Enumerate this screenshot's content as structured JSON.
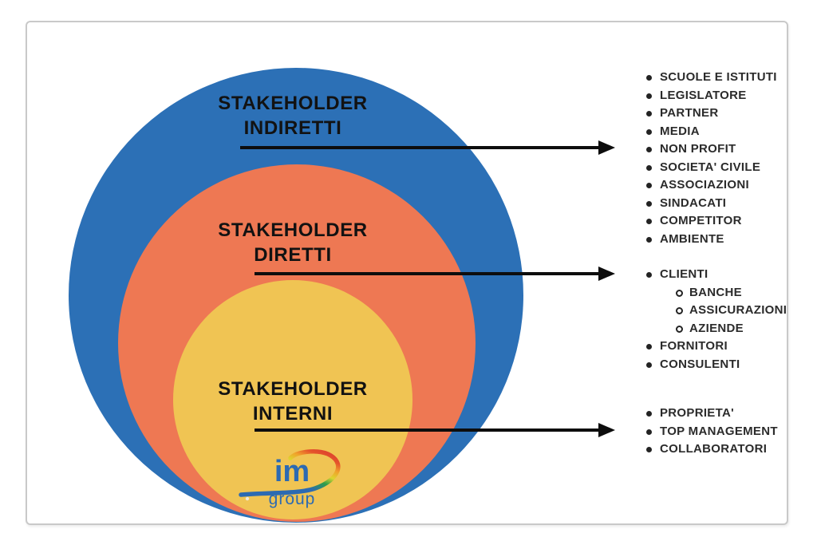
{
  "diagram": {
    "title_implied": "Stakeholder map",
    "rings": {
      "indiretti": {
        "line1": "STAKEHOLDER",
        "line2": "INDIRETTI",
        "color": "#2C70B6"
      },
      "diretti": {
        "line1": "STAKEHOLDER",
        "line2": "DIRETTI",
        "color": "#EE7853"
      },
      "interni": {
        "line1": "STAKEHOLDER",
        "line2": "INTERNI",
        "color": "#F0C453"
      }
    },
    "legend": {
      "indiretti": [
        "SCUOLE E ISTITUTI",
        "LEGISLATORE",
        "PARTNER",
        "MEDIA",
        "NON PROFIT",
        "SOCIETA' CIVILE",
        "ASSOCIAZIONI",
        "SINDACATI",
        "COMPETITOR",
        "AMBIENTE"
      ],
      "diretti": [
        "CLIENTI",
        "FORNITORI",
        "CONSULENTI"
      ],
      "clienti_sub": [
        "BANCHE",
        "ASSICURAZIONI",
        "AZIENDE"
      ],
      "interni": [
        "PROPRIETA'",
        "TOP MANAGEMENT",
        "COLLABORATORI"
      ]
    },
    "logo": {
      "name": "im",
      "sub": "group"
    }
  },
  "colors": {
    "ring_indiretti": "#2C70B6",
    "ring_diretti": "#EE7853",
    "ring_interni": "#F0C453",
    "arrow": "#0D0D0D",
    "heading_text": "#121212",
    "list_text": "#2B2B2B",
    "logo_blue": "#2C6AB2",
    "frame_border": "#C9C9C9"
  }
}
